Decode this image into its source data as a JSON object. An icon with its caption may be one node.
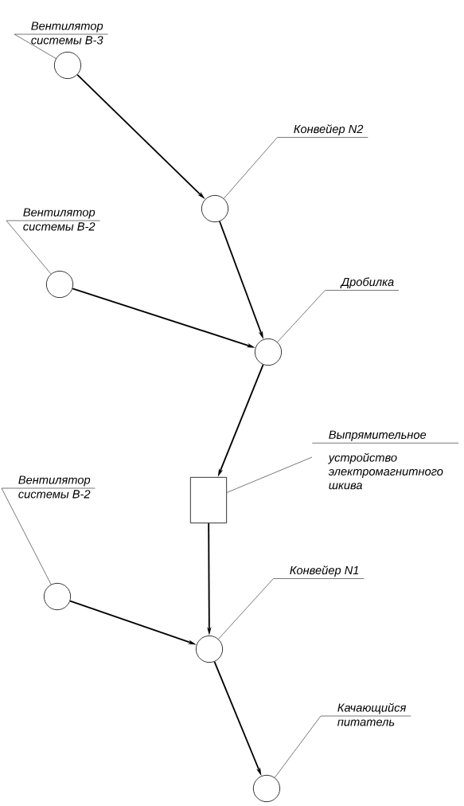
{
  "diagram": {
    "nodes": [
      {
        "text": [
          "Вентилятор",
          "системы В-3"
        ]
      },
      {
        "text": [],
        "shape": "circle"
      },
      {
        "text": [
          "Конвейер N2"
        ]
      },
      {
        "text": [],
        "shape": "circle"
      },
      {
        "text": [
          "Вентилятор",
          "системы В-2"
        ]
      },
      {
        "text": [],
        "shape": "circle"
      },
      {
        "text": [
          "Дробилка"
        ]
      },
      {
        "text": [],
        "shape": "circle"
      },
      {
        "text": [
          "Выпрямительное",
          "устройство электромагнитного шкива"
        ]
      },
      {
        "text": [],
        "shape": "box"
      },
      {
        "text": [
          "Вентилятор",
          "системы В-2"
        ]
      },
      {
        "text": [],
        "shape": "circle"
      },
      {
        "text": [
          "Конвейер N1"
        ]
      },
      {
        "text": [],
        "shape": "circle"
      },
      {
        "text": [
          "Качающийся",
          "питатель"
        ]
      },
      {
        "text": [],
        "shape": "circle"
      }
    ],
    "edges": [
      {
        "from": 0,
        "to": 1,
        "arrow": "none"
      },
      {
        "from": 2,
        "to": 3,
        "arrow": "none"
      },
      {
        "from": 4,
        "to": 5,
        "arrow": "none"
      },
      {
        "from": 6,
        "to": 7,
        "arrow": "none"
      },
      {
        "from": 8,
        "to": 9,
        "arrow": "none"
      },
      {
        "from": 10,
        "to": 11,
        "arrow": "none"
      },
      {
        "from": 12,
        "to": 13,
        "arrow": "none"
      },
      {
        "from": 14,
        "to": 15,
        "arrow": "none"
      },
      {
        "from": 1,
        "to": 3,
        "arrow": "to"
      },
      {
        "from": 3,
        "to": 7,
        "arrow": "to"
      },
      {
        "from": 5,
        "to": 7,
        "arrow": "to"
      },
      {
        "from": 7,
        "to": 9,
        "arrow": "to"
      },
      {
        "from": 9,
        "to": 13,
        "arrow": "to"
      },
      {
        "from": 11,
        "to": 13,
        "arrow": "to"
      },
      {
        "from": 13,
        "to": 15,
        "arrow": "to"
      }
    ]
  }
}
